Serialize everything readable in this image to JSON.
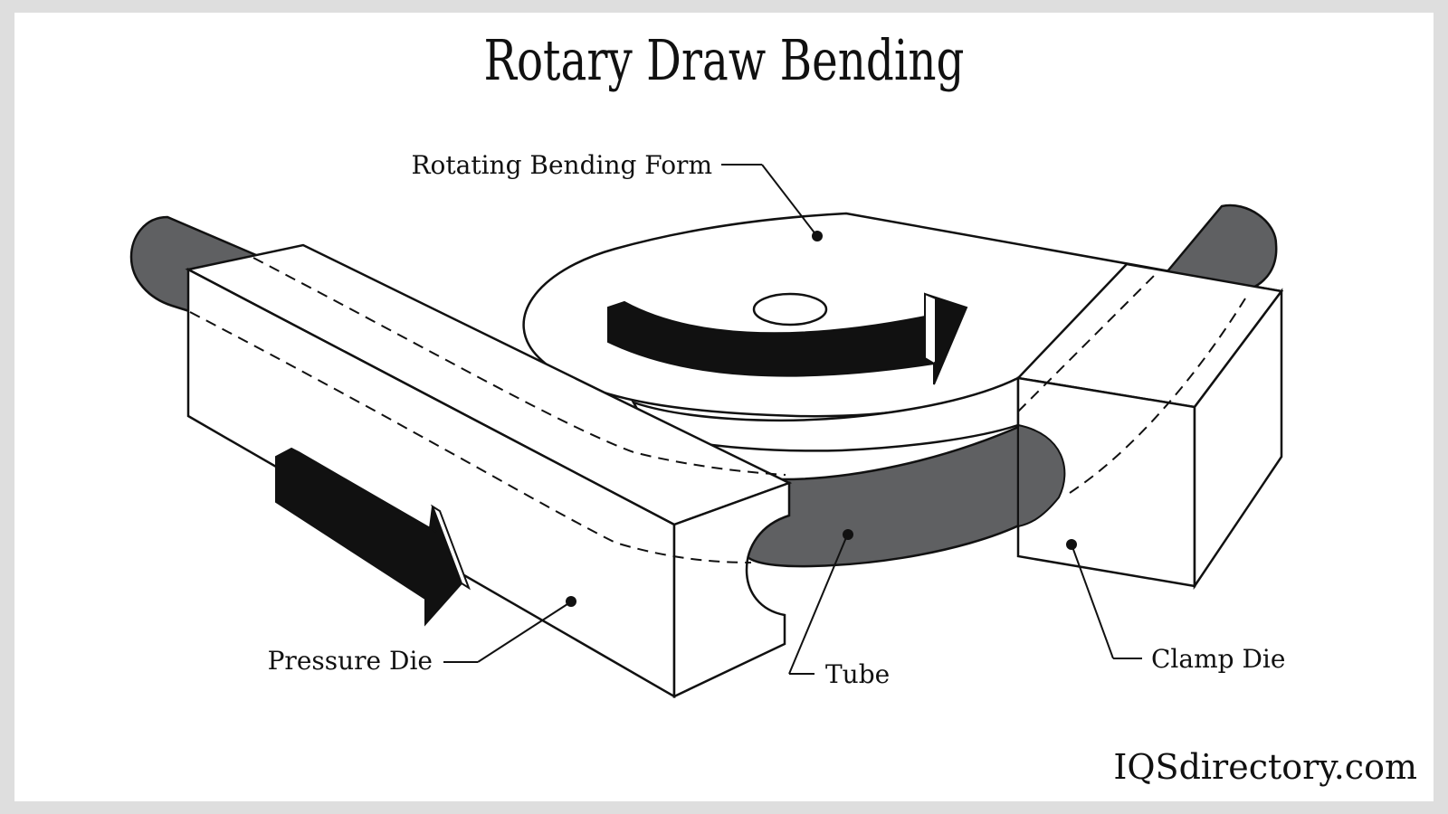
{
  "title": "Rotary Draw Bending",
  "labels": {
    "rotating_bending_form": "Rotating Bending Form",
    "pressure_die": "Pressure Die",
    "tube": "Tube",
    "clamp_die": "Clamp Die"
  },
  "watermark": "IQSdirectory.com",
  "colors": {
    "tube": "#5f6062",
    "outline": "#111111",
    "background": "#ffffff",
    "frame": "#dedede"
  }
}
